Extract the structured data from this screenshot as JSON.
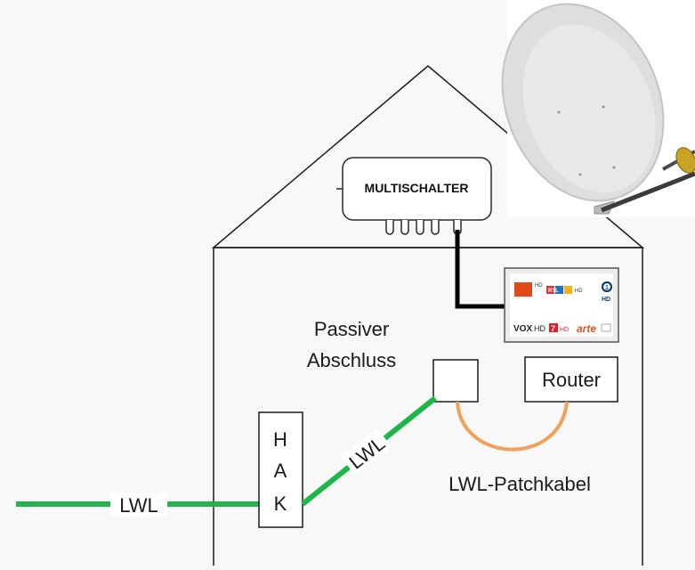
{
  "labels": {
    "multischalter": "MULTISCHALTER",
    "passive_line1": "Passiver",
    "passive_line2": "Abschluss",
    "router": "Router",
    "hak_h": "H",
    "hak_a": "A",
    "hak_k": "K",
    "lwl_outside": "LWL",
    "lwl_inside": "LWL",
    "patchkabel": "LWL-Patchkabel"
  },
  "tv_logos": {
    "row1": [
      "HD",
      "RTL",
      "HD",
      "1"
    ],
    "row1_sub": "HD",
    "row2": [
      "VOX",
      "HD",
      "7",
      "HD",
      "arte"
    ]
  },
  "colors": {
    "fiber": "#1eb64a",
    "patch": "#f0a25a",
    "coax": "#000000",
    "outline": "#1a1a1a",
    "dish": "#dcdcdc",
    "lnb_arm": "#b59a1e",
    "background": "#f8f8f8"
  }
}
